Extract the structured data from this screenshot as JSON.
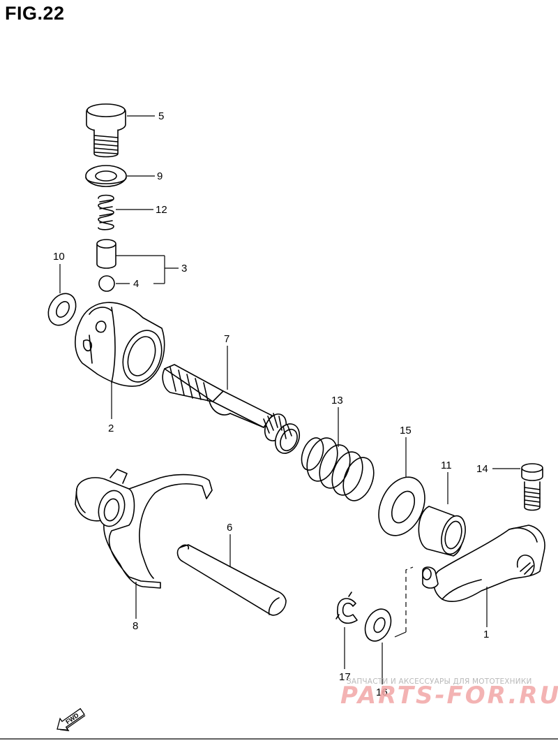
{
  "figure": {
    "title": "FIG.22"
  },
  "callouts": [
    {
      "id": "c5",
      "label": "5"
    },
    {
      "id": "c9",
      "label": "9"
    },
    {
      "id": "c12",
      "label": "12"
    },
    {
      "id": "c3",
      "label": "3"
    },
    {
      "id": "c4",
      "label": "4"
    },
    {
      "id": "c10",
      "label": "10"
    },
    {
      "id": "c2",
      "label": "2"
    },
    {
      "id": "c7",
      "label": "7"
    },
    {
      "id": "c13",
      "label": "13"
    },
    {
      "id": "c15",
      "label": "15"
    },
    {
      "id": "c11",
      "label": "11"
    },
    {
      "id": "c14",
      "label": "14"
    },
    {
      "id": "c6",
      "label": "6"
    },
    {
      "id": "c8",
      "label": "8"
    },
    {
      "id": "c1",
      "label": "1"
    },
    {
      "id": "c17",
      "label": "17"
    },
    {
      "id": "c16",
      "label": "16"
    }
  ],
  "direction_marker": {
    "label": "FWD",
    "icon": "forward-arrow-icon"
  },
  "watermark": {
    "tagline": "ЗАПЧАСТИ И АКСЕССУАРЫ ДЛЯ МОТОТЕХНИКИ",
    "brand": "PARTS-FOR.RU",
    "color": "#f2a6a6"
  }
}
